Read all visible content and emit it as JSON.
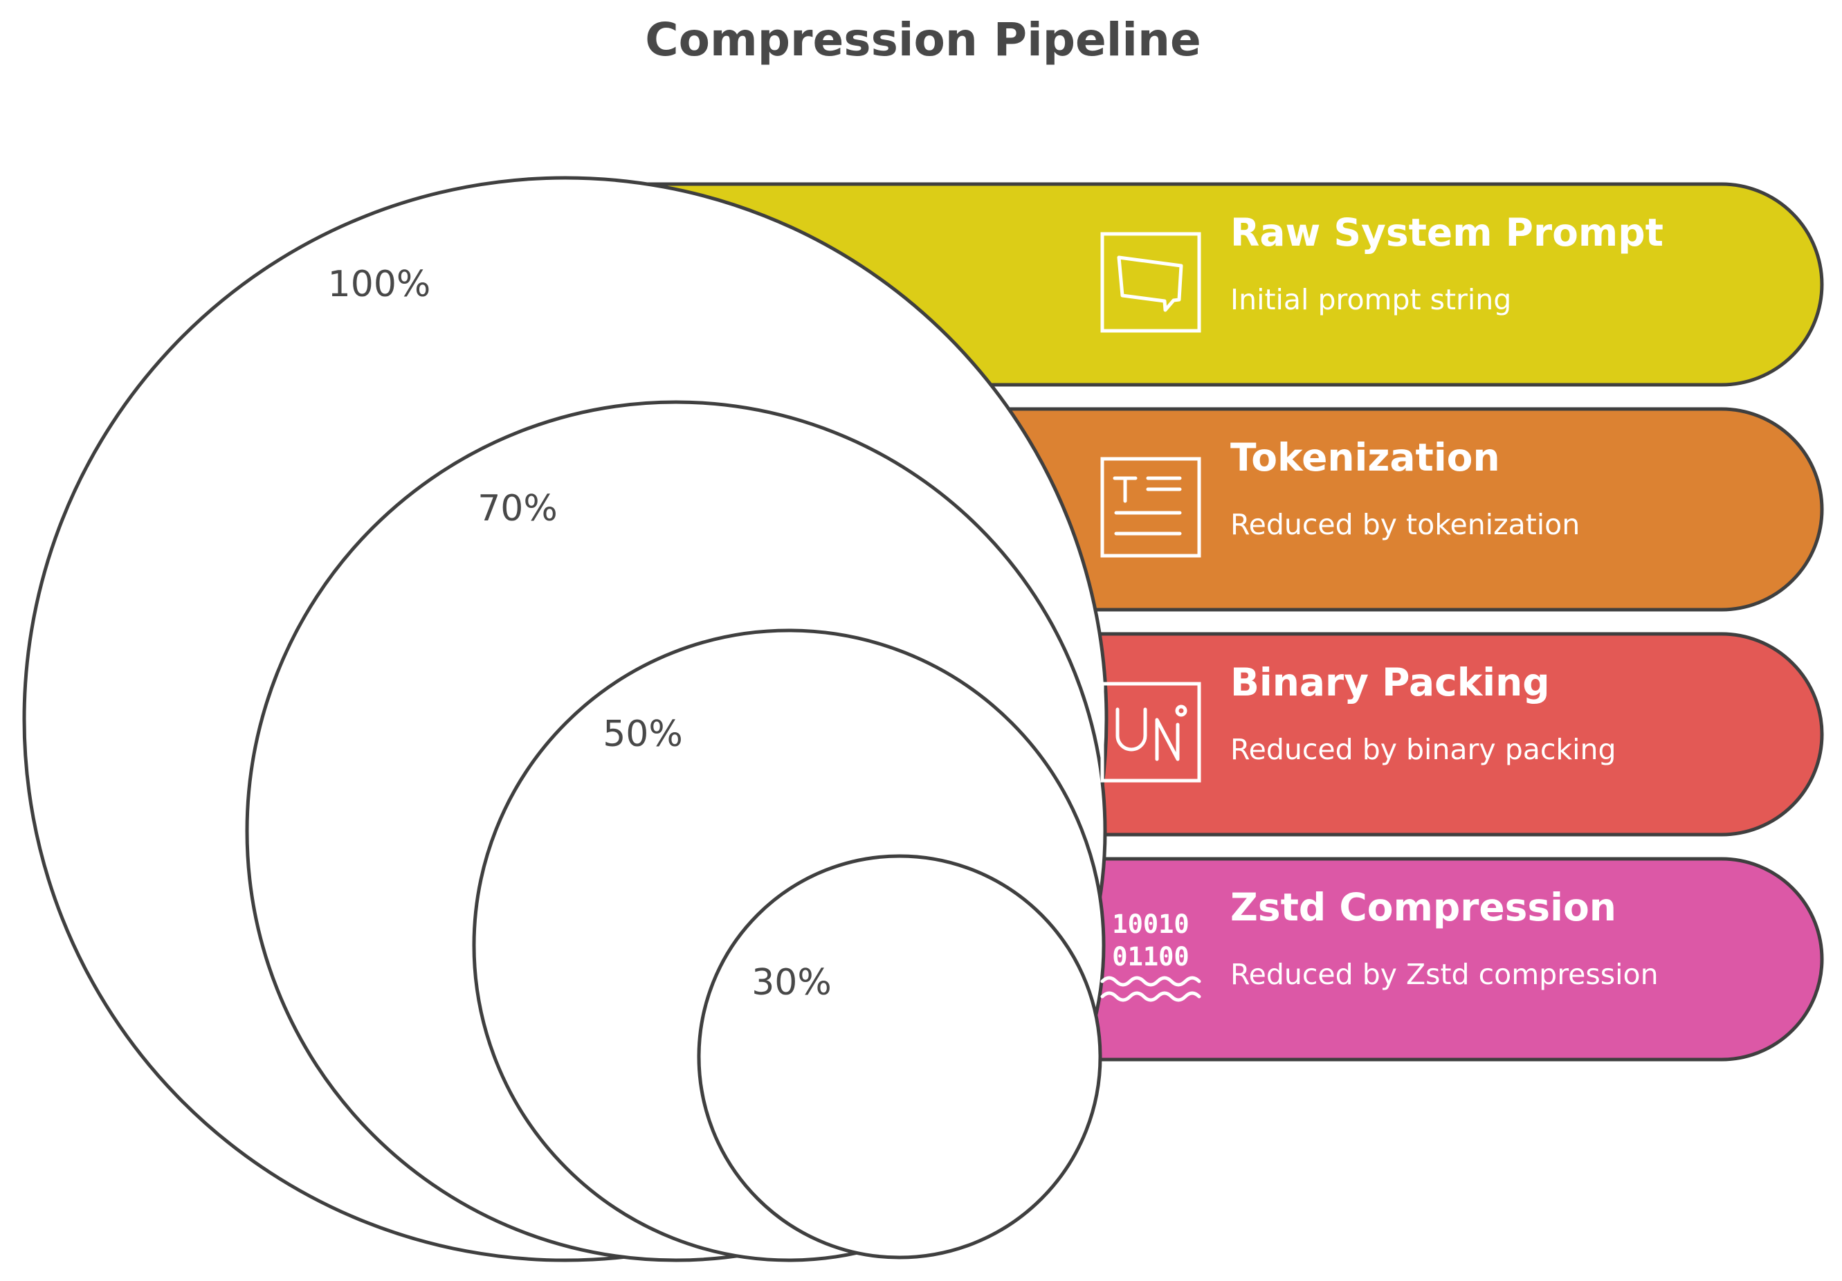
{
  "title": "Compression Pipeline",
  "stages": [
    {
      "title": "Raw System Prompt",
      "description": "Initial prompt string",
      "percent": "100%",
      "color": "#dccd17",
      "icon": "speech-bubble-icon"
    },
    {
      "title": "Tokenization",
      "description": "Reduced by tokenization",
      "percent": "70%",
      "color": "#dc8232",
      "icon": "text-format-icon"
    },
    {
      "title": "Binary Packing",
      "description": "Reduced by binary packing",
      "percent": "50%",
      "color": "#e35955",
      "icon": "unicode-icon"
    },
    {
      "title": "Zstd Compression",
      "description": "Reduced by Zstd compression",
      "percent": "30%",
      "color": "#dc58a6",
      "icon": "binary-stream-icon",
      "icon_text": [
        "10010",
        "01100"
      ]
    }
  ]
}
